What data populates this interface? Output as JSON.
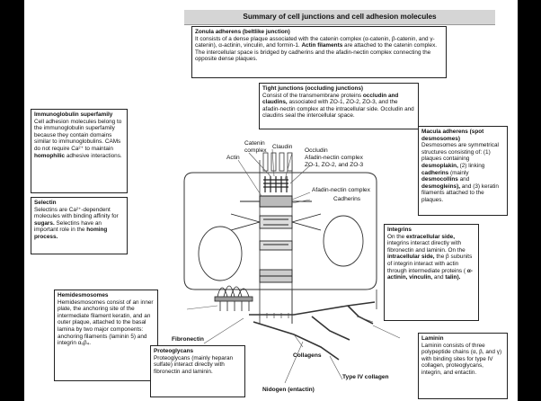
{
  "title": "Summary of cell junctions and cell adhesion molecules",
  "boxes": {
    "zonula": {
      "heading": "Zonula adherens (beltlike junction)",
      "p1": "It consists of a dense plaque associated with the catenin complex (α-catenin, β-catenin, and γ-catenin), α-actinin, vinculin, and formin-1.",
      "p1b": "Actin filaments",
      "p1c": "are attached to the catenin complex. The intercellular space is bridged by cadherins and the afadin-nectin complex connecting the opposite dense plaques."
    },
    "tight": {
      "heading": "Tight junctions (occluding junctions)",
      "p1": "Consist of the transmembrane proteins",
      "p1b": "occludin and claudins,",
      "p1c": "associated with ZO-1, ZO-2, ZO-3, and the afadin-nectin complex at the intracellular side. Occludin and claudins seal the intercellular space."
    },
    "immuno": {
      "heading": "Immunoglobulin superfamily",
      "p1": "Cell adhesion molecules belong to the immunoglobulin superfamily because they contain domains similar to immunoglobulins. CAMs do not require Ca²⁺ to maintain",
      "p1b": "homophilic",
      "p1c": "adhesive interactions."
    },
    "selectin": {
      "heading": "Selectin",
      "p1": "Selectins are Ca²⁺-dependent molecules with binding affinity for",
      "p1b": "sugars.",
      "p1c": "Selectins have an important role in the",
      "p1d": "homing process."
    },
    "macula": {
      "heading": "Macula adherens (spot desmosomes)",
      "p1": "Desmosomes are symmetrical structures consisting of: (1) plaques containing",
      "p1b": "desmoplakin,",
      "p1c": "(2) linking",
      "p1d": "cadherins",
      "p1e": "(mainly",
      "p1f": "desmocollins",
      "p1g": "and",
      "p1h": "desmogleins),",
      "p1i": "and (3) keratin filaments attached to the plaques."
    },
    "integrins": {
      "heading": "Integrins",
      "p1": "On the",
      "p1b": "extracellular side,",
      "p1c": "integrins interact directly with fibronectin and laminin. On the",
      "p1d": "intracellular side,",
      "p1e": "the β subunits of integrin interact with actin through intermediate proteins (",
      "p1f": "α-actinin, vinculin,",
      "p1g": "and",
      "p1h": "talin)."
    },
    "hemides": {
      "heading": "Hemidesmosomes",
      "p1": "Hemidesmosomes consist of an inner plate, the anchoring site of the intermediate filament keratin, and an outer plaque, attached to the basal lamina by two major components: anchoring filaments (laminin 5) and integrin α₆β₄."
    },
    "proteo": {
      "heading": "Proteoglycans",
      "p1": "Proteoglycans (mainly heparan sulfate) interact directly with fibronectin and laminin."
    },
    "laminin": {
      "heading": "Laminin",
      "p1": "Laminin consists of three polypeptide chains (α, β, and γ) with binding sites for type IV collagen, proteoglycans, integrin, and entactin."
    }
  },
  "labels": {
    "actin": "Actin",
    "catenin": "Catenin",
    "complex": "complex",
    "claudin": "Claudin",
    "occludin": "Occludin",
    "afadin1": "Afadin-nectin complex",
    "zo": "ZO-1, ZO-2, and ZO-3",
    "afadin2": "Afadin-nectin complex",
    "cadherins": "Cadherins",
    "fibronectin": "Fibronectin",
    "collagens": "Collagens",
    "type4": "Type IV collagen",
    "nidogen": "Nidogen (entactin)"
  }
}
